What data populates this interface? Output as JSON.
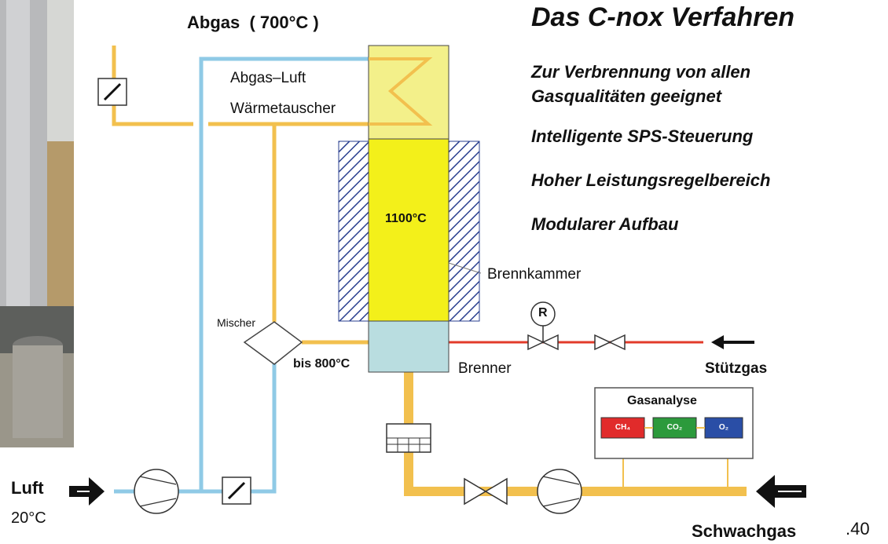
{
  "title": "Das C-nox Verfahren",
  "features": [
    "Zur Verbrennung von allen\nGasqualitäten geeignet",
    "Intelligente SPS-Steuerung",
    "Hoher Leistungsregelbereich",
    "Modularer Aufbau"
  ],
  "labels": {
    "abgas": "Abgas  ( 700°C )",
    "exchanger_1": "Abgas–Luft",
    "exchanger_2": "Wärmetauscher",
    "chamber_temp": "1100°C",
    "brennkammer": "Brennkammer",
    "mischer": "Mischer",
    "mix_temp": "bis 800°C",
    "brenner": "Brenner",
    "regulator": "R",
    "stuetzgas": "Stützgas",
    "gasanalyse": "Gasanalyse",
    "ch4": "CH₄",
    "co2": "CO₂",
    "o2": "O₂",
    "luft": "Luft",
    "luft_temp": "20°C",
    "schwachgas": "Schwachgas",
    "page_number": ".40"
  },
  "colors": {
    "air_line": "#8fcae6",
    "gas_line": "#f2c04e",
    "support_line": "#e23b2a",
    "chamber": "#f3f01a",
    "exchanger": "#f3f08a",
    "burner": "#b9dde0",
    "ch4_box": "#e12b2b",
    "co2_box": "#2c9a3c",
    "o2_box": "#2a4ea6"
  }
}
